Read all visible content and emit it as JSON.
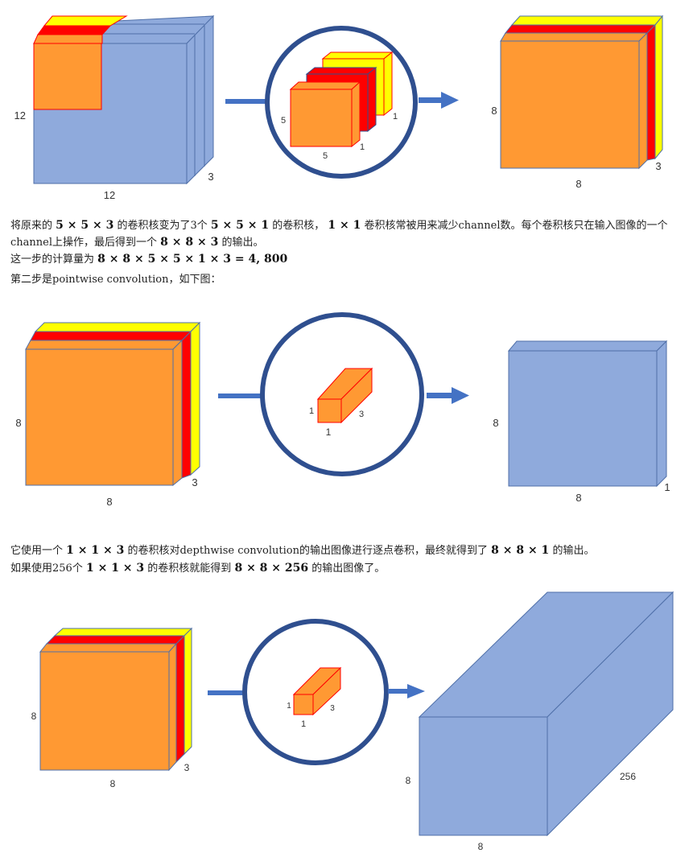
{
  "figure1": {
    "input_labels": {
      "height": "12",
      "width": "12",
      "depth": "3"
    },
    "kernel_labels": {
      "height": "5",
      "width": "5",
      "depth1": "1",
      "depth2": "1"
    },
    "output_labels": {
      "height": "8",
      "width": "8",
      "depth": "3"
    }
  },
  "paragraph1": {
    "line1_a": "将原来的",
    "line1_m1": "5 × 5 × 3",
    "line1_b": "的卷积核变为了3个",
    "line1_m2": "5 × 5 × 1",
    "line1_c": "的卷积核，",
    "line1_m3": "1 × 1",
    "line1_d": "卷积核常被用来减少channel数。每个卷积核只在输入图像的一个",
    "line2_a": "channel上操作，最后得到一个",
    "line2_m1": "8 × 8 × 3",
    "line2_b": "的输出。",
    "line3_a": "这一步的计算量为",
    "line3_m1": "8 × 8 × 5 × 5 × 1 × 3 = 4, 800",
    "line4": "第二步是pointwise convolution，如下图："
  },
  "figure2": {
    "input_labels": {
      "height": "8",
      "width": "8",
      "depth": "3"
    },
    "kernel_labels": {
      "height": "1",
      "width": "1",
      "depth": "3"
    },
    "output_labels": {
      "height": "8",
      "width": "8",
      "depth": "1"
    }
  },
  "paragraph2": {
    "line1_a": "它使用一个",
    "line1_m1": "1 × 1 × 3",
    "line1_b": "的卷积核对depthwise convolution的输出图像进行逐点卷积，最终就得到了",
    "line1_m2": "8 × 8 × 1",
    "line1_c": "的输出。",
    "line2_a": "如果使用256个",
    "line2_m1": "1 × 1 × 3",
    "line2_b": "的卷积核就能得到",
    "line2_m2": "8 × 8 × 256",
    "line2_c": "的输出图像了。"
  },
  "figure3": {
    "input_labels": {
      "height": "8",
      "width": "8",
      "depth": "3"
    },
    "kernel_labels": {
      "height": "1",
      "width": "1",
      "depth": "3"
    },
    "output_labels": {
      "height": "8",
      "width": "8",
      "depth": "256"
    }
  },
  "colors": {
    "orange": "#FF9933",
    "red": "#FF0000",
    "yellow": "#FFFF00",
    "blue": "#8FAADC",
    "blue_edge": "#4F6FA8",
    "circle": "#2F4F8F",
    "arrow": "#4472C4"
  }
}
